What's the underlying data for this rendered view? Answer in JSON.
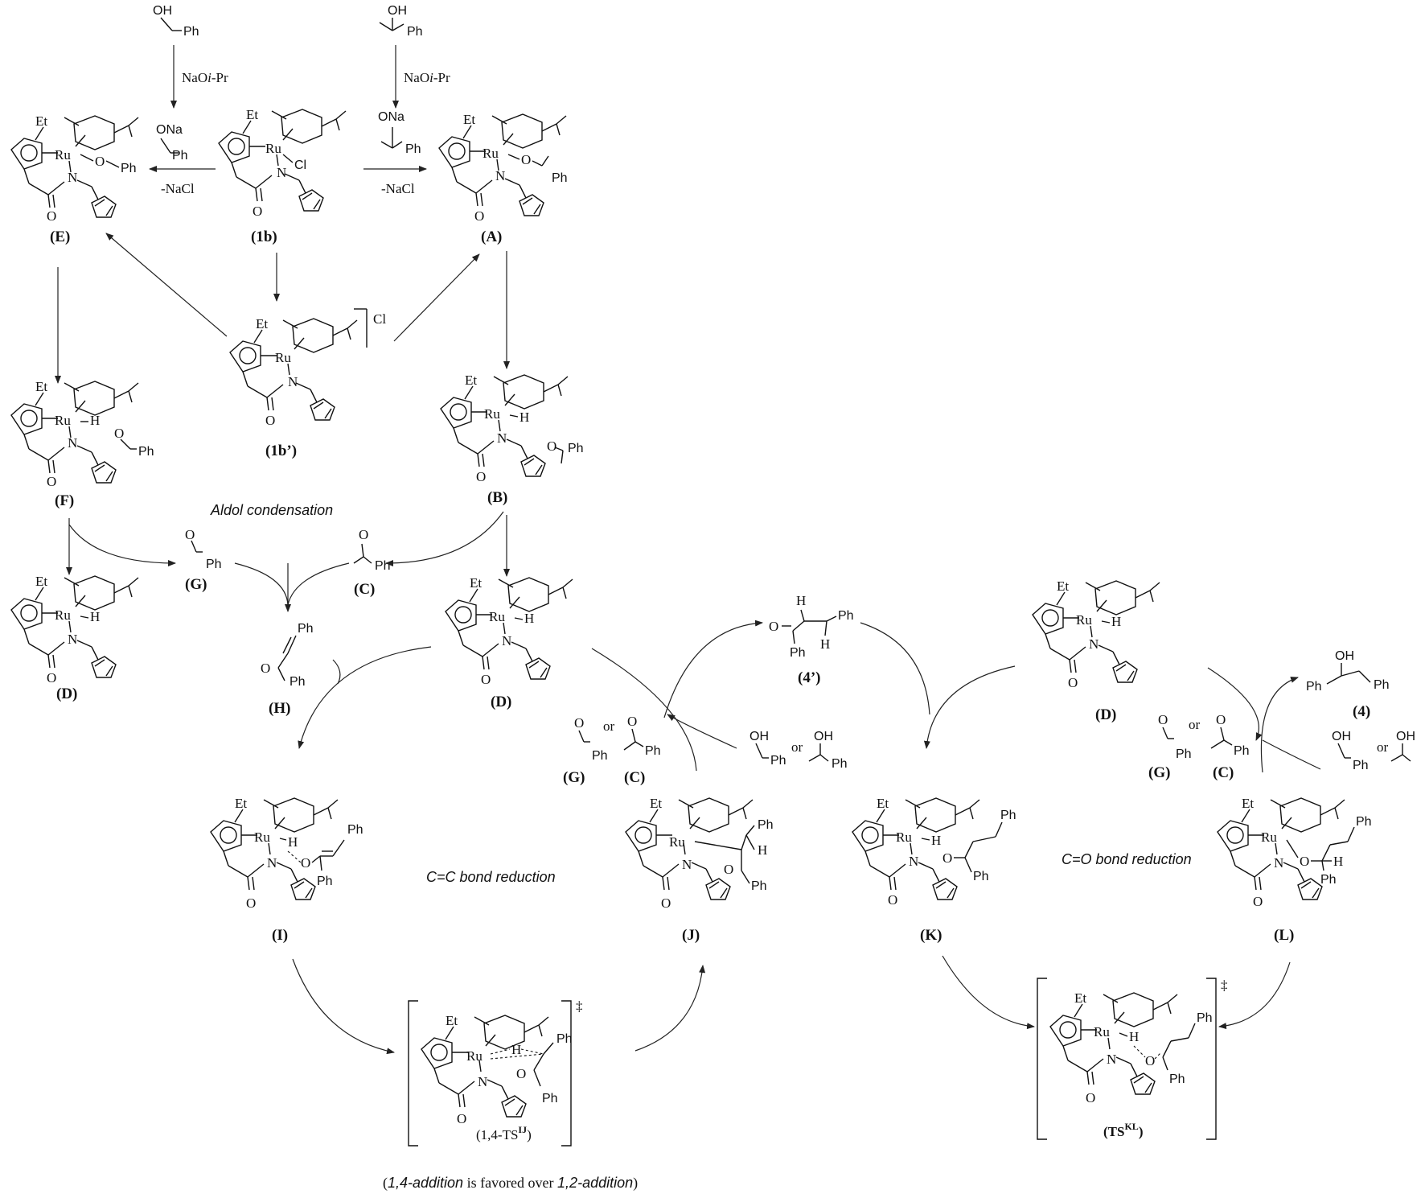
{
  "labels": {
    "E": "(E)",
    "1b": "(1b)",
    "A": "(A)",
    "1bp": "(1b’)",
    "F": "(F)",
    "B": "(B)",
    "G1": "(G)",
    "C1": "(C)",
    "D1": "(D)",
    "H": "(H)",
    "D2": "(D)",
    "4p": "(4’)",
    "D3": "(D)",
    "4": "(4)",
    "G2": "(G)",
    "C2": "(C)",
    "G3": "(G)",
    "C3": "(C)",
    "I": "(I)",
    "J": "(J)",
    "K": "(K)",
    "L": "(L)",
    "TSIJ": "(1,4-TS",
    "TSIJsup": "IJ",
    "TSIJend": ")",
    "TSKL": "(TS",
    "TSKLsup": "KL",
    "TSKLend": ")"
  },
  "reagents": {
    "naoipr": "NaO",
    "i": "i",
    "pr": "-Pr",
    "nacl": "-NaCl",
    "cl": "Cl",
    "ona": "ONa",
    "or": "or",
    "dagger": "‡"
  },
  "atoms": {
    "Et": "Et",
    "Ru": "Ru",
    "N": "N",
    "O": "O",
    "H": "H",
    "Ph": "Ph",
    "OH": "OH",
    "Cl": "Cl"
  },
  "annotations": {
    "aldol": "Aldol condensation",
    "cc": "C=C bond reduction",
    "co": "C=O bond reduction",
    "note_open": "(",
    "note_a": "1,4-addition",
    "note_mid": " is favored over ",
    "note_b": "1,2-addition",
    "note_close": ")"
  }
}
